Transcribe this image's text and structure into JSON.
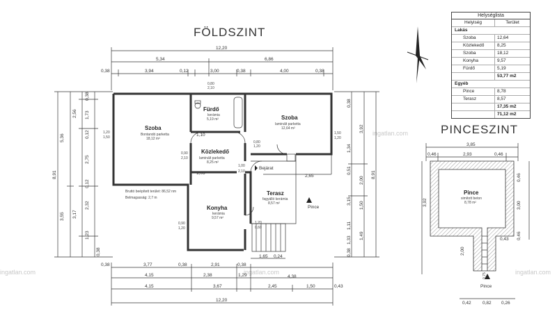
{
  "titles": {
    "ground": "FÖLDSZINT",
    "basement": "PINCESZINT"
  },
  "watermark": "ingatlan.com",
  "legend": {
    "title": "Helységlista",
    "col_room": "Helyiség",
    "col_area": "Terület",
    "group_flat": "Lakás",
    "flat_rows": [
      {
        "name": "Szoba",
        "area": "12,64"
      },
      {
        "name": "Közlekedő",
        "area": "8,25"
      },
      {
        "name": "Szoba",
        "area": "18,12"
      },
      {
        "name": "Konyha",
        "area": "9,57"
      },
      {
        "name": "Fürdő",
        "area": "5,19"
      }
    ],
    "flat_total": "53,77 m2",
    "group_other": "Egyéb",
    "other_rows": [
      {
        "name": "Pince",
        "area": "8,78"
      },
      {
        "name": "Terasz",
        "area": "8,57"
      }
    ],
    "other_total": "17,35 m2",
    "grand_total": "71,12 m2"
  },
  "rooms": {
    "szoba_left": {
      "name": "Szoba",
      "floor": "Bontandó parketta",
      "area": "18,12 m²"
    },
    "furdo": {
      "name": "Fürdő",
      "floor": "kerámia",
      "area": "5,19 m²"
    },
    "szoba_right": {
      "name": "Szoba",
      "floor": "laminált parketta",
      "area": "12,64 m²"
    },
    "kozlekedo": {
      "name": "Közlekedő",
      "floor": "laminált parketta",
      "area": "8,25 m²"
    },
    "konyha": {
      "name": "Konyha",
      "floor": "kerámia",
      "area": "9,57 m²"
    },
    "terasz": {
      "name": "Terasz",
      "floor": "fagyálló kerámia",
      "area": "8,57 m²"
    },
    "pince": {
      "name": "Pince",
      "floor": "simított beton",
      "area": "8,78 m²"
    }
  },
  "labels": {
    "bejarat": "Bejárat",
    "pince_arrow": "Pince",
    "pince_arrow_b": "Pince",
    "brutto": "Bruttó beépített terület: 86,52 nm",
    "belmagassag": "Belmagasság: 2,7 m"
  },
  "dims": {
    "top_total": "12,20",
    "top_r1": [
      "5,34",
      "6,86"
    ],
    "top_r2": [
      "0,38",
      "3,94",
      "0,12",
      "3,00",
      "0,38",
      "4,00",
      "0,38"
    ],
    "bottom_r1": [
      "0,38",
      "3,77",
      "0,38",
      "2,91",
      "0,38",
      "4,38"
    ],
    "bottom_r2": [
      "4,15",
      "2,38",
      "1,29"
    ],
    "bottom_r3": [
      "4,15",
      "3,67",
      "2,45",
      "1,50",
      "0,43"
    ],
    "bottom_total": "12,20",
    "bottom_small": [
      "1,65",
      "0,24"
    ],
    "left_outer": [
      "5,36",
      "3,55"
    ],
    "left_total": "8,91",
    "left_inner": [
      "0,38",
      "1,73",
      "0,12",
      "2,75",
      "0,12",
      "2,32",
      "1,23",
      "0,38"
    ],
    "left_inner2": [
      "2,56",
      "3,17"
    ],
    "right_total": "8,91",
    "right_outer": [
      "3,92"
    ],
    "right_inner": [
      "0,38",
      "1,34",
      "0,51",
      "3,15",
      "1,11",
      "1,33",
      "0,38"
    ],
    "right_inner2": [
      "2,00",
      "1,50",
      "1,49"
    ],
    "basement_top": [
      "3,85"
    ],
    "basement_top2": [
      "0,46",
      "2,93",
      "0,46"
    ],
    "basement_left": [
      "3,92",
      "2,00"
    ],
    "basement_right": [
      "0,46",
      "3,00",
      "0,46"
    ],
    "basement_bottom": [
      "0,42",
      "0,82",
      "0,26"
    ],
    "basement_misc": [
      "0,43",
      "0,75",
      "2,10"
    ],
    "doors": [
      "0,80",
      "2,10",
      "0,90",
      "2,10",
      "1,20",
      "1,50",
      "1,10",
      "1,05",
      "1,00",
      "2,10",
      "2,65",
      "0,80",
      "1,20",
      "1,50",
      "1,20",
      "1,20",
      "0,60",
      "0,60",
      "0,90",
      "1,20",
      "0,80",
      "2,10"
    ]
  }
}
